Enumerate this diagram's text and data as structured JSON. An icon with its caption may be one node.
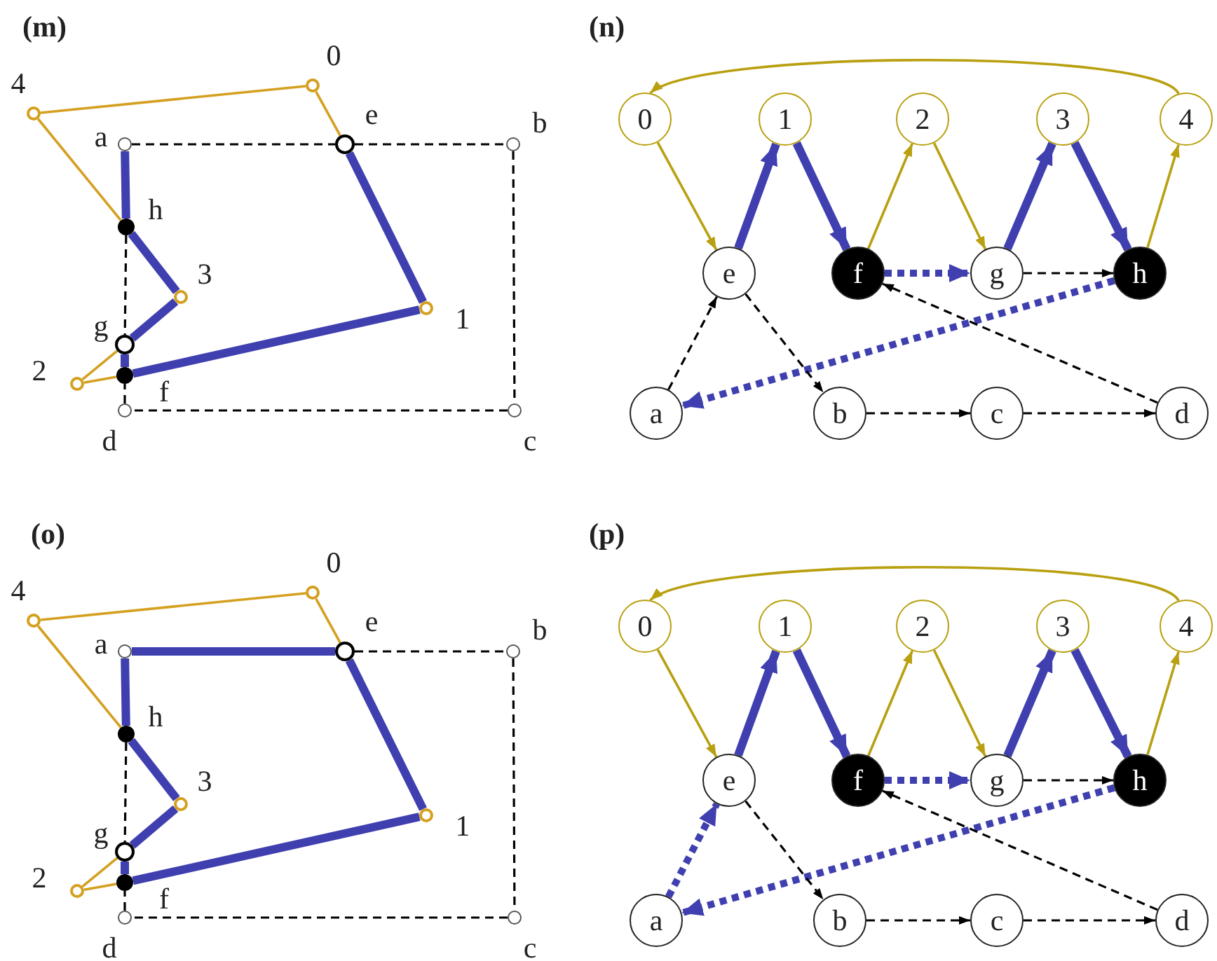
{
  "diagram": {
    "nodes": [
      {
        "text": [],
        "shape": "circle",
        "beside": [
          "0"
        ]
      },
      {
        "text": [],
        "shape": "circle",
        "beside": [
          "1"
        ]
      },
      {
        "text": [],
        "shape": "circle",
        "beside": [
          "2"
        ]
      },
      {
        "text": [],
        "shape": "circle",
        "beside": [
          "3"
        ]
      },
      {
        "text": [],
        "shape": "circle",
        "beside": [
          "4"
        ]
      },
      {
        "text": [],
        "shape": "circle",
        "beside": [
          "e"
        ]
      },
      {
        "text": [],
        "shape": "circle",
        "beside": [
          "f"
        ]
      },
      {
        "text": [],
        "shape": "circle",
        "beside": [
          "g"
        ]
      },
      {
        "text": [],
        "shape": "circle",
        "beside": [
          "h"
        ]
      },
      {
        "text": [],
        "shape": "circle",
        "beside": [
          "a"
        ]
      },
      {
        "text": [],
        "shape": "circle",
        "beside": [
          "b"
        ]
      },
      {
        "text": [],
        "shape": "circle",
        "beside": [
          "c"
        ]
      },
      {
        "text": [],
        "shape": "circle",
        "beside": [
          "d"
        ]
      },
      {
        "text": [
          "0"
        ]
      },
      {
        "text": [
          "1"
        ]
      },
      {
        "text": [
          "2"
        ]
      },
      {
        "text": [
          "3"
        ]
      },
      {
        "text": [
          "4"
        ]
      },
      {
        "text": [
          "e"
        ]
      },
      {
        "text": [
          "f"
        ]
      },
      {
        "text": [
          "g"
        ]
      },
      {
        "text": [
          "h"
        ]
      },
      {
        "text": [
          "a"
        ]
      },
      {
        "text": [
          "b"
        ]
      },
      {
        "text": [
          "c"
        ]
      },
      {
        "text": [
          "d"
        ]
      },
      {
        "text": [],
        "shape": "circle",
        "beside": [
          "0"
        ]
      },
      {
        "text": [],
        "shape": "circle",
        "beside": [
          "1"
        ]
      },
      {
        "text": [],
        "shape": "circle",
        "beside": [
          "2"
        ]
      },
      {
        "text": [],
        "shape": "circle",
        "beside": [
          "3"
        ]
      },
      {
        "text": [],
        "shape": "circle",
        "beside": [
          "4"
        ]
      },
      {
        "text": [],
        "shape": "circle",
        "beside": [
          "e"
        ]
      },
      {
        "text": [],
        "shape": "circle",
        "beside": [
          "f"
        ]
      },
      {
        "text": [],
        "shape": "circle",
        "beside": [
          "g"
        ]
      },
      {
        "text": [],
        "shape": "circle",
        "beside": [
          "h"
        ]
      },
      {
        "text": [],
        "shape": "circle",
        "beside": [
          "a"
        ]
      },
      {
        "text": [],
        "shape": "circle",
        "beside": [
          "b"
        ]
      },
      {
        "text": [],
        "shape": "circle",
        "beside": [
          "c"
        ]
      },
      {
        "text": [],
        "shape": "circle",
        "beside": [
          "d"
        ]
      },
      {
        "text": [
          "0"
        ]
      },
      {
        "text": [
          "1"
        ]
      },
      {
        "text": [
          "2"
        ]
      },
      {
        "text": [
          "3"
        ]
      },
      {
        "text": [
          "4"
        ]
      },
      {
        "text": [
          "e"
        ]
      },
      {
        "text": [
          "f"
        ]
      },
      {
        "text": [
          "g"
        ]
      },
      {
        "text": [
          "h"
        ]
      },
      {
        "text": [
          "a"
        ]
      },
      {
        "text": [
          "b"
        ]
      },
      {
        "text": [
          "c"
        ]
      },
      {
        "text": [
          "d"
        ]
      }
    ],
    "edges": [
      {
        "from": 9,
        "to": 8,
        "arrow": "none",
        "style": "thick",
        "color": "#3f3fb0"
      },
      {
        "from": 8,
        "to": 3,
        "arrow": "none",
        "style": "thick",
        "color": "#3f3fb0"
      },
      {
        "from": 3,
        "to": 7,
        "arrow": "none",
        "style": "thick",
        "color": "#3f3fb0"
      },
      {
        "from": 7,
        "to": 6,
        "arrow": "none",
        "style": "thick",
        "color": "#3f3fb0"
      },
      {
        "from": 6,
        "to": 1,
        "arrow": "none",
        "style": "thick",
        "color": "#3f3fb0"
      },
      {
        "from": 1,
        "to": 5,
        "arrow": "none",
        "style": "thick",
        "color": "#3f3fb0"
      },
      {
        "from": 4,
        "to": 0,
        "arrow": "none",
        "color": "#d4a020"
      },
      {
        "from": 0,
        "to": 5,
        "arrow": "none",
        "color": "#d4a020"
      },
      {
        "from": 4,
        "to": 8,
        "arrow": "none",
        "color": "#d4a020"
      },
      {
        "from": 7,
        "to": 2,
        "arrow": "none",
        "color": "#d4a020"
      },
      {
        "from": 2,
        "to": 6,
        "arrow": "none",
        "color": "#d4a020"
      },
      {
        "from": 9,
        "to": 5,
        "arrow": "none",
        "style": "dashed",
        "color": "#000000"
      },
      {
        "from": 5,
        "to": 10,
        "arrow": "none",
        "style": "dashed",
        "color": "#000000"
      },
      {
        "from": 10,
        "to": 11,
        "arrow": "none",
        "style": "dashed",
        "color": "#000000"
      },
      {
        "from": 11,
        "to": 12,
        "arrow": "none",
        "style": "dashed",
        "color": "#000000"
      },
      {
        "from": 12,
        "to": 6,
        "arrow": "none",
        "style": "dashed",
        "color": "#000000"
      },
      {
        "from": 8,
        "to": 7,
        "arrow": "none",
        "style": "dashed",
        "color": "#000000"
      },
      {
        "from": 18,
        "to": 14,
        "arrow": "to",
        "style": "thick",
        "color": "#3f3fb0"
      },
      {
        "from": 14,
        "to": 19,
        "arrow": "to",
        "style": "thick",
        "color": "#3f3fb0"
      },
      {
        "from": 20,
        "to": 16,
        "arrow": "to",
        "style": "thick",
        "color": "#3f3fb0"
      },
      {
        "from": 16,
        "to": 21,
        "arrow": "to",
        "style": "thick",
        "color": "#3f3fb0"
      },
      {
        "from": 19,
        "to": 20,
        "arrow": "to",
        "style": "dashed",
        "color": "#3f3fb0"
      },
      {
        "from": 21,
        "to": 22,
        "arrow": "to",
        "style": "dashed",
        "color": "#3f3fb0"
      },
      {
        "from": 13,
        "to": 18,
        "arrow": "to",
        "color": "#b8a010"
      },
      {
        "from": 19,
        "to": 15,
        "arrow": "to",
        "color": "#b8a010"
      },
      {
        "from": 15,
        "to": 20,
        "arrow": "to",
        "color": "#b8a010"
      },
      {
        "from": 21,
        "to": 17,
        "arrow": "to",
        "color": "#b8a010"
      },
      {
        "from": 17,
        "to": 13,
        "arrow": "to",
        "color": "#b8a010"
      },
      {
        "from": 22,
        "to": 18,
        "arrow": "to",
        "style": "dashed",
        "color": "#000000"
      },
      {
        "from": 18,
        "to": 23,
        "arrow": "to",
        "style": "dashed",
        "color": "#000000"
      },
      {
        "from": 20,
        "to": 21,
        "arrow": "to",
        "style": "dashed",
        "color": "#000000"
      },
      {
        "from": 23,
        "to": 24,
        "arrow": "to",
        "style": "dashed",
        "color": "#000000"
      },
      {
        "from": 24,
        "to": 25,
        "arrow": "to",
        "style": "dashed",
        "color": "#000000"
      },
      {
        "from": 25,
        "to": 19,
        "arrow": "to",
        "style": "dashed",
        "color": "#000000"
      },
      {
        "from": 35,
        "to": 31,
        "arrow": "none",
        "style": "thick",
        "color": "#3f3fb0"
      },
      {
        "from": 35,
        "to": 34,
        "arrow": "none",
        "style": "thick",
        "color": "#3f3fb0"
      },
      {
        "from": 34,
        "to": 29,
        "arrow": "none",
        "style": "thick",
        "color": "#3f3fb0"
      },
      {
        "from": 29,
        "to": 33,
        "arrow": "none",
        "style": "thick",
        "color": "#3f3fb0"
      },
      {
        "from": 33,
        "to": 32,
        "arrow": "none",
        "style": "thick",
        "color": "#3f3fb0"
      },
      {
        "from": 32,
        "to": 27,
        "arrow": "none",
        "style": "thick",
        "color": "#3f3fb0"
      },
      {
        "from": 27,
        "to": 31,
        "arrow": "none",
        "style": "thick",
        "color": "#3f3fb0"
      },
      {
        "from": 30,
        "to": 26,
        "arrow": "none",
        "color": "#d4a020"
      },
      {
        "from": 26,
        "to": 31,
        "arrow": "none",
        "color": "#d4a020"
      },
      {
        "from": 30,
        "to": 34,
        "arrow": "none",
        "color": "#d4a020"
      },
      {
        "from": 33,
        "to": 28,
        "arrow": "none",
        "color": "#d4a020"
      },
      {
        "from": 28,
        "to": 32,
        "arrow": "none",
        "color": "#d4a020"
      },
      {
        "from": 31,
        "to": 36,
        "arrow": "none",
        "style": "dashed",
        "color": "#000000"
      },
      {
        "from": 36,
        "to": 37,
        "arrow": "none",
        "style": "dashed",
        "color": "#000000"
      },
      {
        "from": 37,
        "to": 38,
        "arrow": "none",
        "style": "dashed",
        "color": "#000000"
      },
      {
        "from": 38,
        "to": 32,
        "arrow": "none",
        "style": "dashed",
        "color": "#000000"
      },
      {
        "from": 34,
        "to": 33,
        "arrow": "none",
        "style": "dashed",
        "color": "#000000"
      },
      {
        "from": 44,
        "to": 40,
        "arrow": "to",
        "style": "thick",
        "color": "#3f3fb0"
      },
      {
        "from": 40,
        "to": 45,
        "arrow": "to",
        "style": "thick",
        "color": "#3f3fb0"
      },
      {
        "from": 46,
        "to": 42,
        "arrow": "to",
        "style": "thick",
        "color": "#3f3fb0"
      },
      {
        "from": 42,
        "to": 47,
        "arrow": "to",
        "style": "thick",
        "color": "#3f3fb0"
      },
      {
        "from": 45,
        "to": 46,
        "arrow": "to",
        "style": "dashed",
        "color": "#3f3fb0"
      },
      {
        "from": 47,
        "to": 48,
        "arrow": "to",
        "style": "dashed",
        "color": "#3f3fb0"
      },
      {
        "from": 48,
        "to": 44,
        "arrow": "to",
        "style": "dashed",
        "color": "#3f3fb0"
      },
      {
        "from": 39,
        "to": 44,
        "arrow": "to",
        "color": "#b8a010"
      },
      {
        "from": 45,
        "to": 41,
        "arrow": "to",
        "color": "#b8a010"
      },
      {
        "from": 41,
        "to": 46,
        "arrow": "to",
        "color": "#b8a010"
      },
      {
        "from": 47,
        "to": 43,
        "arrow": "to",
        "color": "#b8a010"
      },
      {
        "from": 43,
        "to": 39,
        "arrow": "to",
        "color": "#b8a010"
      },
      {
        "from": 44,
        "to": 49,
        "arrow": "to",
        "style": "dashed",
        "color": "#000000"
      },
      {
        "from": 46,
        "to": 47,
        "arrow": "to",
        "style": "dashed",
        "color": "#000000"
      },
      {
        "from": 49,
        "to": 50,
        "arrow": "to",
        "style": "dashed",
        "color": "#000000"
      },
      {
        "from": 50,
        "to": 51,
        "arrow": "to",
        "style": "dashed",
        "color": "#000000"
      },
      {
        "from": 51,
        "to": 45,
        "arrow": "to",
        "style": "dashed",
        "color": "#000000"
      }
    ],
    "labels": [
      "(m)",
      "(n)",
      "(o)",
      "(p)"
    ]
  }
}
